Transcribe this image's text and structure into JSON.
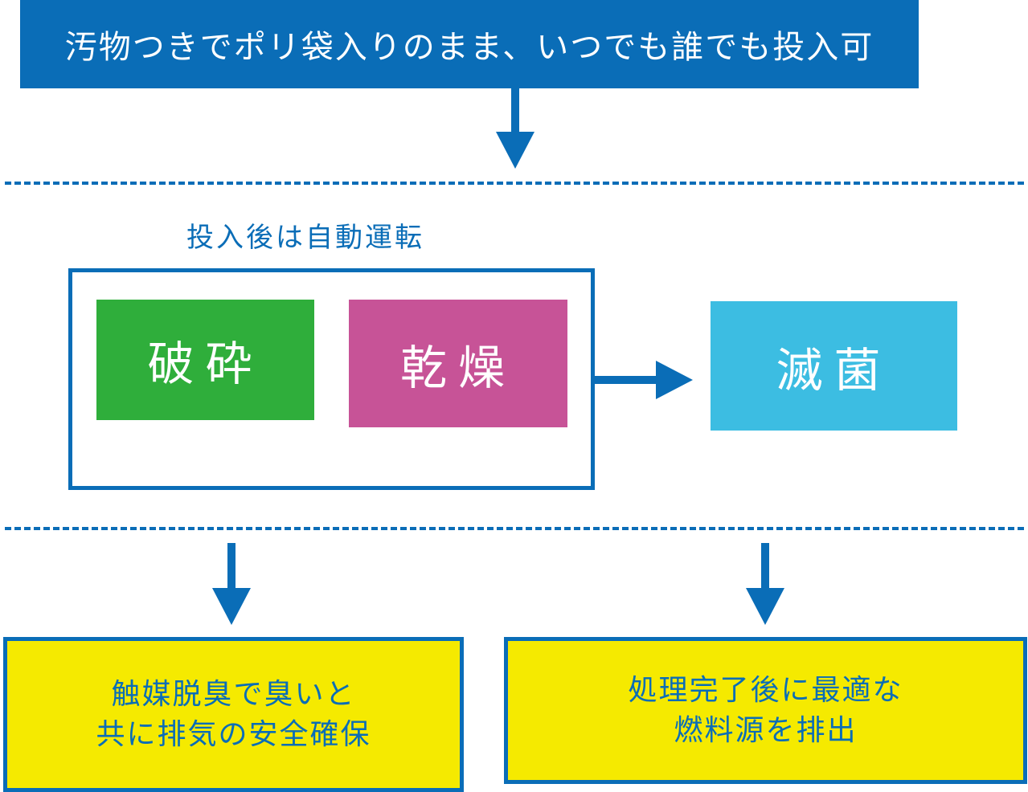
{
  "header": {
    "text": "汚物つきでポリ袋入りのまま、いつでも誰でも投入可"
  },
  "process": {
    "auto_label": "投入後は自動運転",
    "steps": [
      "破砕",
      "乾燥",
      "滅菌"
    ]
  },
  "results": {
    "left": [
      "触媒脱臭で臭いと",
      "共に排気の安全確保"
    ],
    "right": [
      "処理完了後に最適な",
      "燃料源を排出"
    ]
  },
  "colors": {
    "accent_blue": "#0a6db7",
    "crush_green": "#2fae3b",
    "dry_magenta": "#c75397",
    "steril_cyan": "#3cbde2",
    "result_yellow": "#f5ea00"
  }
}
